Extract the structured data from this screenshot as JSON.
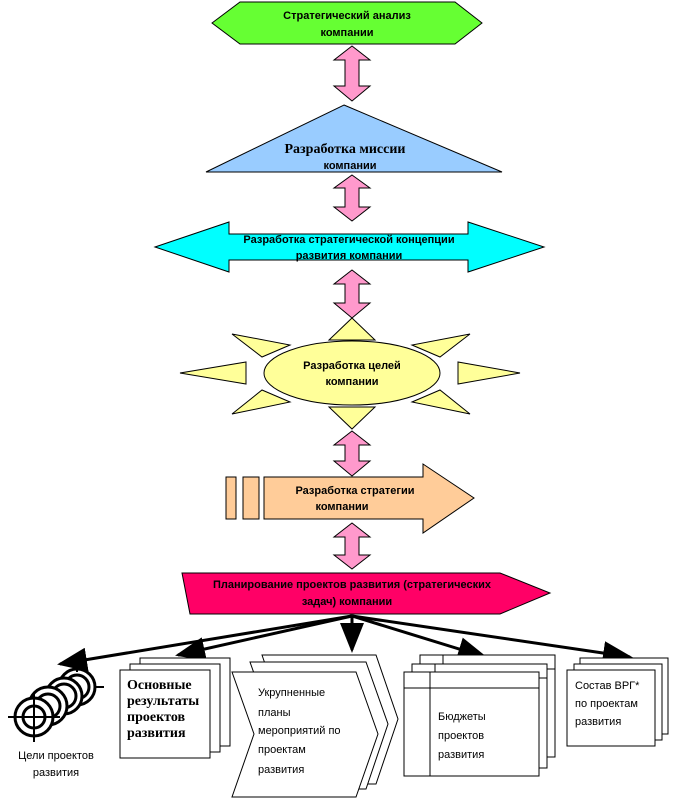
{
  "steps": {
    "analysis": [
      "Стратегический анализ",
      "компании"
    ],
    "mission": [
      "Разработка миссии",
      "компании"
    ],
    "concept": [
      "Разработка стратегической концепции",
      "развития компании"
    ],
    "goals": [
      "Разработка целей",
      "компании"
    ],
    "strategy": [
      "Разработка стратегии",
      "компании"
    ],
    "planning": [
      "Планирование проектов развития (стратегических",
      "задач) компании"
    ]
  },
  "outputs": {
    "goals": [
      "Цели проектов",
      "развития"
    ],
    "results": [
      "Основные",
      "результаты",
      "проектов",
      "развития"
    ],
    "plans": [
      "Укрупненные",
      "планы",
      "мероприятий по",
      "проектам",
      "развития"
    ],
    "budgets": [
      "Бюджеты",
      "проектов",
      "развития"
    ],
    "vrg": [
      "Состав ВРГ*",
      "по проектам",
      "развития"
    ]
  },
  "colors": {
    "analysis": "#66ff33",
    "mission": "#99ccff",
    "concept": "#00ffff",
    "goals": "#ffff99",
    "strategy": "#ffcc99",
    "planning": "#ff0066",
    "connector": "#ff99cc"
  }
}
